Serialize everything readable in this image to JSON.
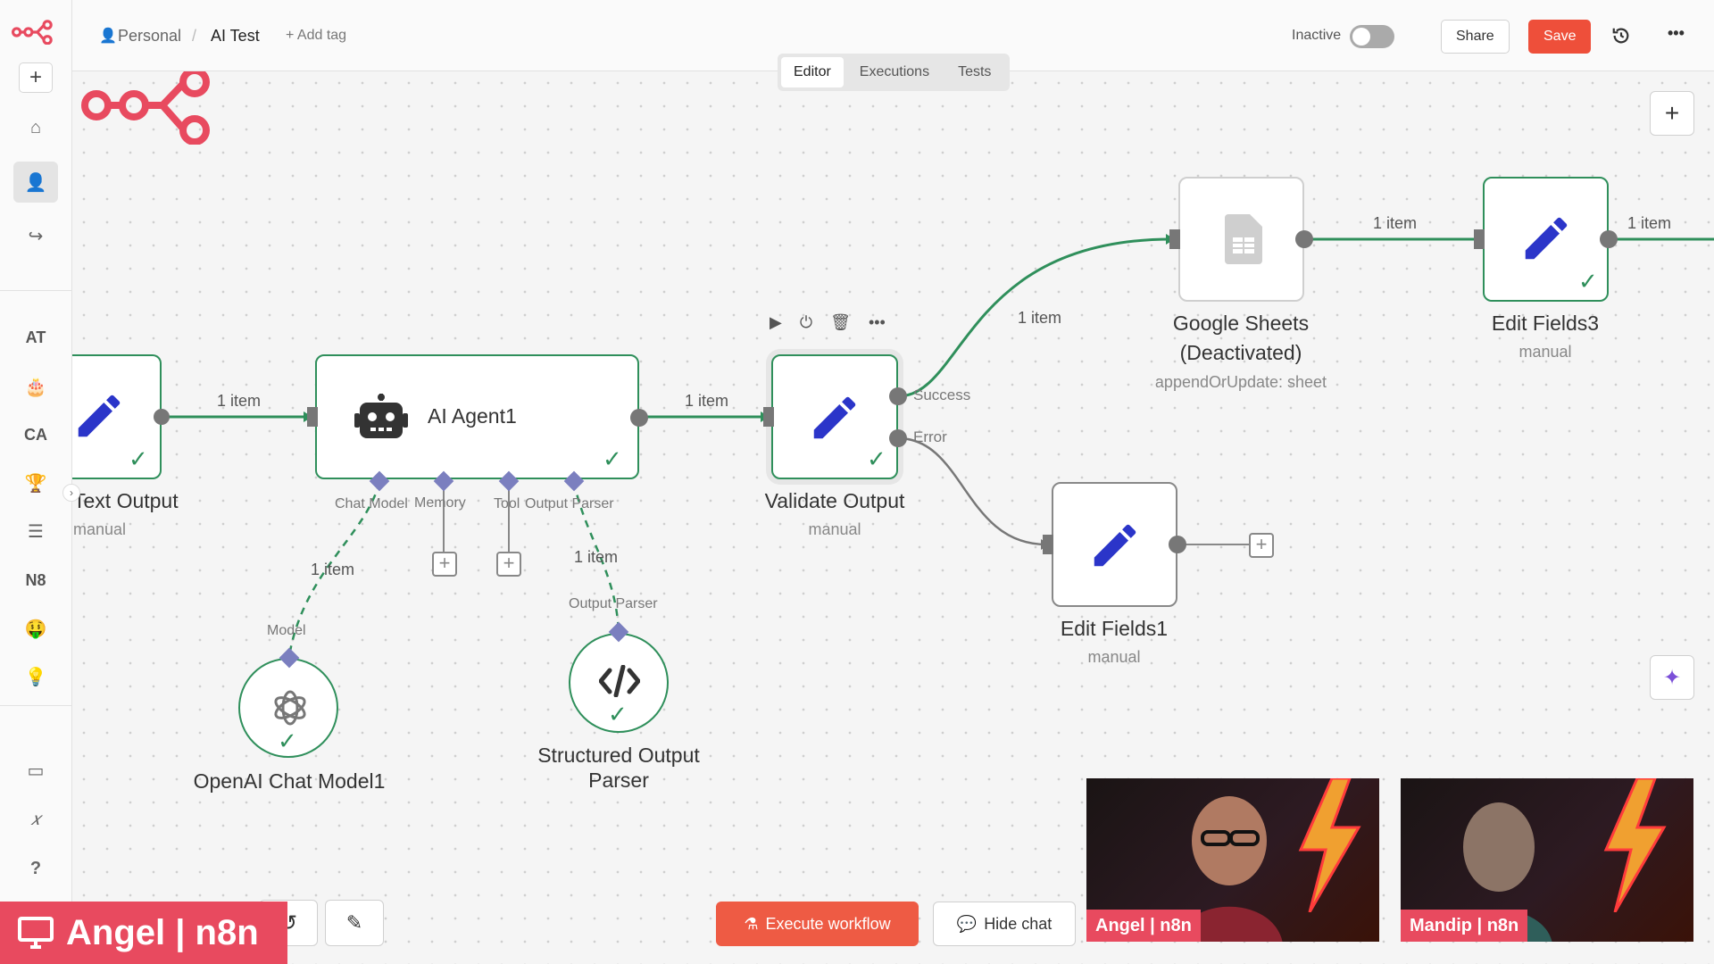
{
  "header": {
    "breadcrumb_project": "Personal",
    "breadcrumb_sep": "/",
    "workflow_name": "AI Test",
    "add_tag": "+ Add tag",
    "status_label": "Inactive",
    "share_label": "Share",
    "save_label": "Save",
    "active": false
  },
  "tabs": [
    {
      "label": "Editor",
      "active": true
    },
    {
      "label": "Executions",
      "active": false
    },
    {
      "label": "Tests",
      "active": false
    }
  ],
  "sidebar": {
    "items_text": [
      "AT",
      "CA",
      "N8"
    ]
  },
  "nodes": {
    "text_output": {
      "label": "Text Output",
      "sub": "manual"
    },
    "ai_agent": {
      "label": "AI Agent1"
    },
    "validate_output": {
      "label": "Validate Output",
      "sub": "manual"
    },
    "google_sheets": {
      "label_line1": "Google Sheets",
      "label_line2": "(Deactivated)",
      "sub": "appendOrUpdate: sheet"
    },
    "edit_fields3": {
      "label": "Edit Fields3",
      "sub": "manual"
    },
    "edit_fields1": {
      "label": "Edit Fields1",
      "sub": "manual"
    },
    "openai_model": {
      "label": "OpenAI Chat Model1"
    },
    "structured_parser": {
      "label_line1": "Structured Output",
      "label_line2": "Parser"
    }
  },
  "ports": {
    "chat_model": "Chat Model",
    "memory": "Memory",
    "tool": "Tool",
    "output_parser": "Output Parser",
    "model": "Model",
    "output_parser_in": "Output Parser",
    "success": "Success",
    "error": "Error"
  },
  "edges": {
    "e1": "1 item",
    "e2": "1 item",
    "e3": "1 item",
    "e4": "1 item",
    "e5": "1 item",
    "e6": "1 item",
    "e7": "1 item"
  },
  "footer": {
    "execute_label": "Execute workflow",
    "hide_chat_label": "Hide chat"
  },
  "presenter": "Angel | n8n",
  "videos": [
    {
      "name": "Angel | n8n"
    },
    {
      "name": "Mandip | n8n"
    }
  ],
  "colors": {
    "accent": "#ee4f3a",
    "success_green": "#2f8f5b",
    "brand_pink": "#e84a5f",
    "node_icon_blue": "#2b35c9"
  }
}
